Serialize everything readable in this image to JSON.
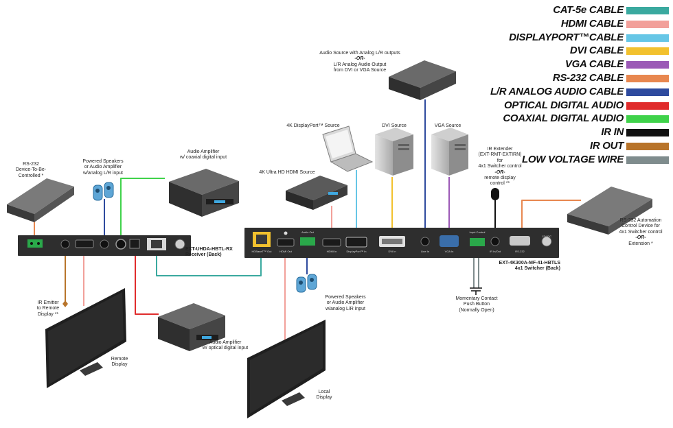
{
  "legend": [
    {
      "label": "CAT-5e CABLE",
      "color": "#3aa99f"
    },
    {
      "label": "HDMI CABLE",
      "color": "#f2a09a"
    },
    {
      "label": "DISPLAYPORT™CABLE",
      "color": "#66c6e6"
    },
    {
      "label": "DVI CABLE",
      "color": "#f2c12e"
    },
    {
      "label": "VGA CABLE",
      "color": "#9b59b6"
    },
    {
      "label": "RS-232 CABLE",
      "color": "#e8874f"
    },
    {
      "label": "L/R ANALOG AUDIO CABLE",
      "color": "#2e4a9e"
    },
    {
      "label": "OPTICAL DIGITAL AUDIO",
      "color": "#e02b2b"
    },
    {
      "label": "COAXIAL DIGITAL AUDIO",
      "color": "#3fd24a"
    },
    {
      "label": "IR IN",
      "color": "#111111"
    },
    {
      "label": "IR OUT",
      "color": "#b8742a"
    },
    {
      "label": "LOW VOLTAGE WIRE",
      "color": "#7f8c8d"
    }
  ],
  "labels": {
    "audio_source_l1": "Audio Source with Analog L/R outputs",
    "audio_source_or": "-OR-",
    "audio_source_l2": "L/R Analog Audio Output",
    "audio_source_l3": "from DVI or VGA Source",
    "dp_source": "4K DisplayPort™ Source",
    "dvi_source": "DVI Source",
    "vga_source": "VGA Source",
    "hdmi_source": "4K Ultra HD HDMI Source",
    "ir_ext_l1": "IR Extender",
    "ir_ext_l2": "(EXT-RMT-EXTIRN)",
    "ir_ext_l3": "for",
    "ir_ext_l4": "4x1 Switcher control",
    "ir_ext_or": "-OR-",
    "ir_ext_l5": "remote display",
    "ir_ext_l6": "control **",
    "rs232_ctrl_l1": "RS-232",
    "rs232_ctrl_l2": "Device-To-Be-",
    "rs232_ctrl_l3": "Controlled *",
    "spk1_l1": "Powered Speakers",
    "spk1_l2": "or Audio Amplifier",
    "spk1_l3": "w/analog L/R input",
    "amp_coax_l1": "Audio Amplifier",
    "amp_coax_l2": "w/ coaxial digital input",
    "rs232_auto_l1": "RS-232 Automation",
    "rs232_auto_l2": "Control Device for",
    "rs232_auto_l3": "4x1 Switcher control",
    "rs232_auto_or": "-OR-",
    "rs232_auto_l4": "Extension *",
    "receiver_l1": "EXT-UHDA-HBTL-RX",
    "receiver_l2": "Receiver (Back)",
    "switcher_l1": "EXT-4K300A-MF-41-HBTLS",
    "switcher_l2": "4x1 Switcher (Back)",
    "ir_emitter_l1": "IR Emitter",
    "ir_emitter_l2": "to Remote",
    "ir_emitter_l3": "Display **",
    "spk2_l1": "Powered Speakers",
    "spk2_l2": "or Audio Amplifier",
    "spk2_l3": "w/analog L/R input",
    "momentary_l1": "Momentary Contact",
    "momentary_l2": "Push Button",
    "momentary_l3": "(Normally Open)",
    "remote_display_l1": "Remote",
    "remote_display_l2": "Display",
    "amp_opt_l1": "Audio Amplifier",
    "amp_opt_l2": "w/ optical digital input",
    "local_display_l1": "Local",
    "local_display_l2": "Display"
  },
  "ports": {
    "hdbt_out": "HDBaseT™ Out",
    "hdmi_out": "HDMI Out",
    "audio_out": "Audio Out",
    "hdmi_in": "HDMI In",
    "dp_in": "DisplayPort™ In",
    "dvi_in": "DVI In",
    "line_in": "Line In",
    "vga_in": "VGA In",
    "input_control": "Input Control",
    "ir_in_out": "IR In/Out",
    "rs232": "RS-232",
    "power": "12V DC"
  }
}
